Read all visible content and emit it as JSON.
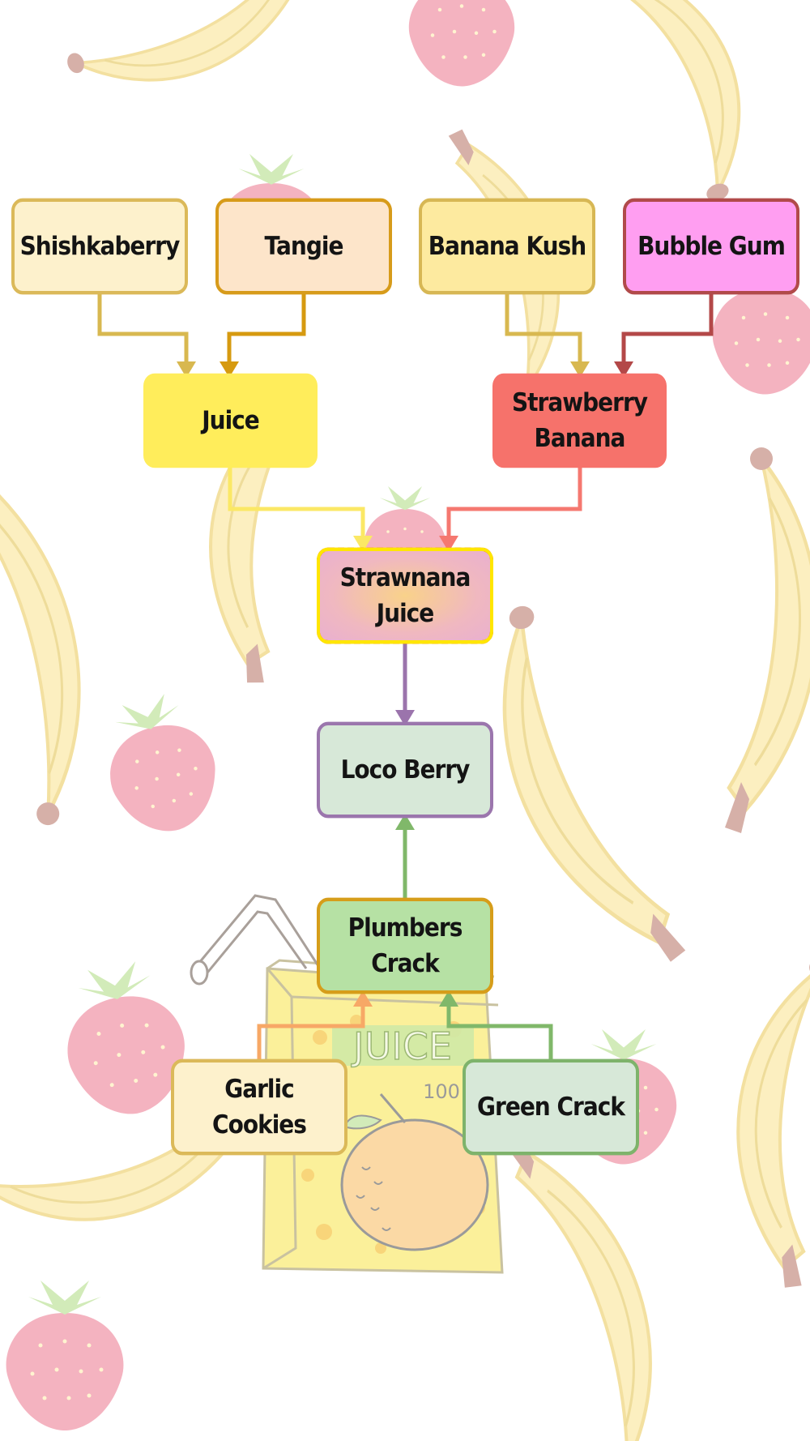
{
  "nodes": {
    "shishkaberry": "Shishkaberry",
    "tangie": "Tangie",
    "banana_kush": "Banana Kush",
    "bubble_gum": "Bubble Gum",
    "juice": "Juice",
    "strawberry_banana_line1": "Strawberry",
    "strawberry_banana_line2": "Banana",
    "strawnana_juice_line1": "Strawnana",
    "strawnana_juice_line2": "Juice",
    "loco_berry": "Loco Berry",
    "plumbers_crack": "Plumbers Crack",
    "garlic_cookies": "Garlic Cookies",
    "green_crack": "Green Crack"
  },
  "background_art": {
    "juice_box_label": "JUICE",
    "juice_box_percent": "100"
  },
  "edges": [
    {
      "from": "Shishkaberry",
      "to": "Juice",
      "color": "#d8b850"
    },
    {
      "from": "Tangie",
      "to": "Juice",
      "color": "#d69a10"
    },
    {
      "from": "Banana Kush",
      "to": "Strawberry Banana",
      "color": "#d8b850"
    },
    {
      "from": "Bubble Gum",
      "to": "Strawberry Banana",
      "color": "#b34848"
    },
    {
      "from": "Juice",
      "to": "Strawnana Juice",
      "color": "#fbe865"
    },
    {
      "from": "Strawberry Banana",
      "to": "Strawnana Juice",
      "color": "#f57870"
    },
    {
      "from": "Strawnana Juice",
      "to": "Loco Berry",
      "color": "#9b74ac"
    },
    {
      "from": "Plumbers Crack",
      "to": "Loco Berry",
      "color": "#80b86a"
    },
    {
      "from": "Garlic Cookies",
      "to": "Plumbers Crack",
      "color": "#f7a866"
    },
    {
      "from": "Green Crack",
      "to": "Plumbers Crack",
      "color": "#80b86a"
    }
  ],
  "colors": {
    "banana_fill": "#fcefc0",
    "strawberry_fill": "#f4b3c0",
    "leaf_fill": "#d2ebb9"
  }
}
